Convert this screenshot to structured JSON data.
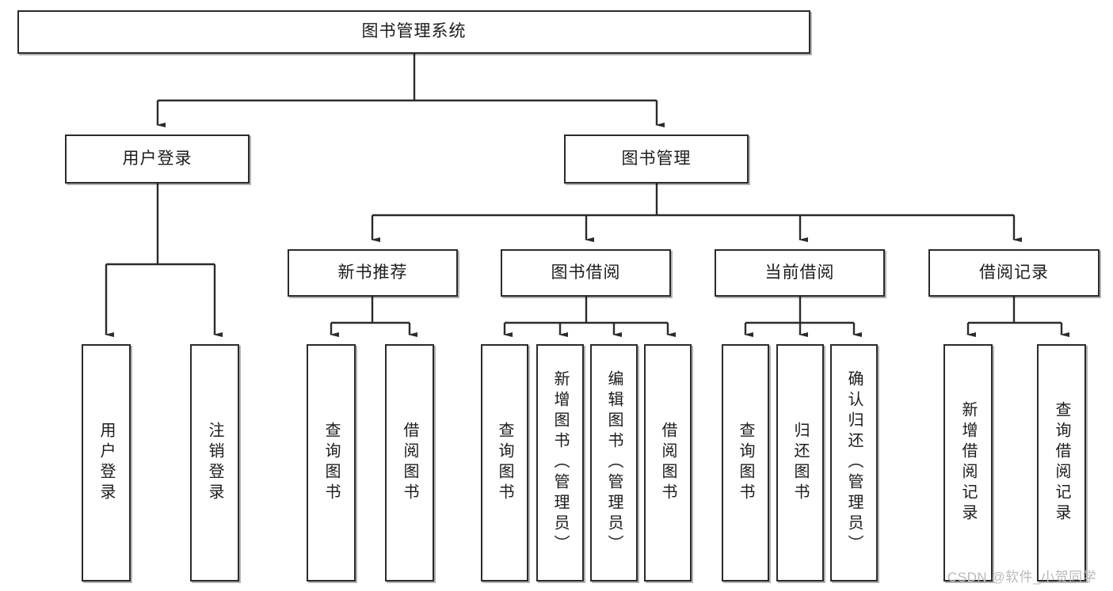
{
  "diagram": {
    "title": "图书管理系统",
    "type": "tree-hierarchy-diagram",
    "root": {
      "label": "图书管理系统"
    },
    "level1": [
      {
        "label": "用户登录"
      },
      {
        "label": "图书管理"
      }
    ],
    "level2": [
      {
        "label": "新书推荐"
      },
      {
        "label": "图书借阅"
      },
      {
        "label": "当前借阅"
      },
      {
        "label": "借阅记录"
      }
    ],
    "leaves": {
      "user_login": [
        {
          "label": "用户登录"
        },
        {
          "label": "注销登录"
        }
      ],
      "new_book": [
        {
          "label": "查询图书"
        },
        {
          "label": "借阅图书"
        }
      ],
      "book_borrow": [
        {
          "label": "查询图书"
        },
        {
          "label": "新增图书（管理员）"
        },
        {
          "label": "编辑图书（管理员）"
        },
        {
          "label": "借阅图书"
        }
      ],
      "current_borrow": [
        {
          "label": "查询图书"
        },
        {
          "label": "归还图书"
        },
        {
          "label": "确认归还（管理员）"
        }
      ],
      "borrow_record": [
        {
          "label": "新增借阅记录"
        },
        {
          "label": "查询借阅记录"
        }
      ]
    }
  },
  "watermark": {
    "text": "CSDN @软件_小贺同学"
  },
  "colors": {
    "border": "#2b2b2b",
    "background": "#ffffff",
    "text": "#1c1c1c",
    "watermark": "#b9b9b9"
  }
}
